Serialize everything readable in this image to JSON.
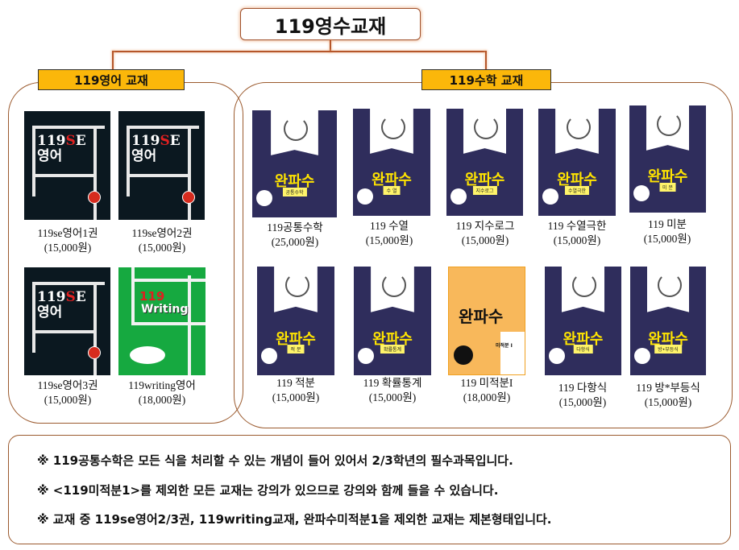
{
  "title": "119영수교재",
  "english": {
    "label": "119영어 교재",
    "books": [
      {
        "name": "119se영어1권",
        "price": "(15,000원)",
        "cover": "se"
      },
      {
        "name": "119se영어2권",
        "price": "(15,000원)",
        "cover": "se"
      },
      {
        "name": "119se영어3권",
        "price": "(15,000원)",
        "cover": "se"
      },
      {
        "name": "119writing영어",
        "price": "(18,000원)",
        "cover": "writing",
        "cover_text": [
          "119",
          "Writing"
        ]
      }
    ]
  },
  "math": {
    "label": "119수학 교재",
    "cover_title": [
      "완파",
      "수"
    ],
    "books": [
      {
        "name": "119공통수학",
        "price": "(25,000원)",
        "cover": "wanpasu",
        "subject": "공통수학"
      },
      {
        "name": "119 수열",
        "price": "(15,000원)",
        "cover": "wanpasu",
        "subject": "수 열"
      },
      {
        "name": "119 지수로그",
        "price": "(15,000원)",
        "cover": "wanpasu",
        "subject": "지수로그"
      },
      {
        "name": "119 수열극한",
        "price": "(15,000원)",
        "cover": "wanpasu",
        "subject": "수열극한"
      },
      {
        "name": "119 미분",
        "price": "(15,000원)",
        "cover": "wanpasu",
        "subject": "미 분"
      },
      {
        "name": "119 적분",
        "price": "(15,000원)",
        "cover": "wanpasu",
        "subject": "적 분"
      },
      {
        "name": "119 확률통계",
        "price": "(15,000원)",
        "cover": "wanpasu",
        "subject": "확률통계"
      },
      {
        "name": "119 미적분I",
        "price": "(18,000원)",
        "cover": "orange",
        "subject": "미적분 I"
      },
      {
        "name": "119 다항식",
        "price": "(15,000원)",
        "cover": "wanpasu",
        "subject": "다항식"
      },
      {
        "name": "119 방*부등식",
        "price": "(15,000원)",
        "cover": "wanpasu",
        "subject": "방•부등식"
      }
    ]
  },
  "notes": [
    "※  119공통수학은 모든 식을 처리할 수 있는 개념이 들어 있어서 2/3학년의 필수과목입니다.",
    "※ <119미적분1>를 제외한 모든 교재는 강의가 있으므로 강의와 함께 들을 수 있습니다.",
    "※ 교재 중 119se영어2/3권, 119writing교재, 완파수미적분1을 제외한 교재는 제본형태입니다."
  ]
}
